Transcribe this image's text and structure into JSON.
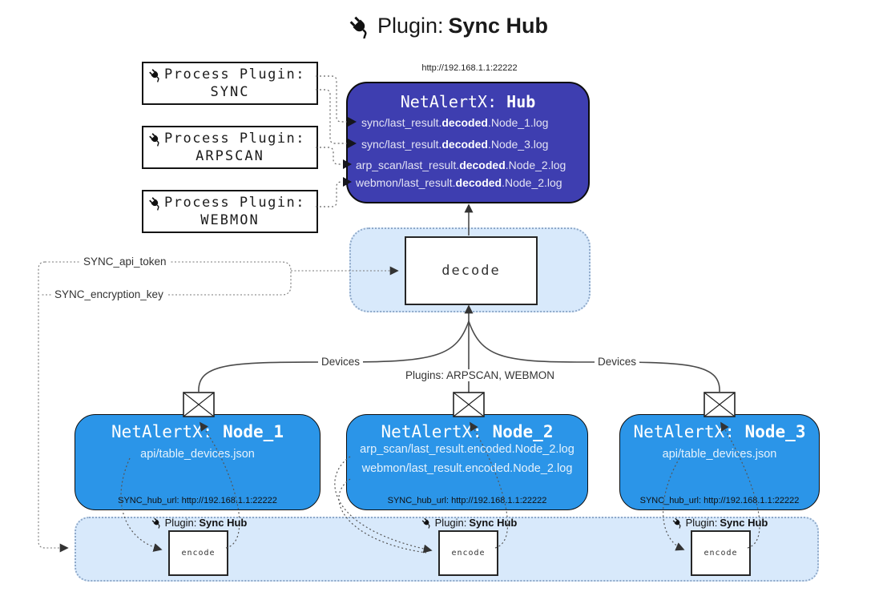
{
  "title": {
    "icon": "plug-icon",
    "prefix": "Plugin:",
    "bold": "Sync Hub"
  },
  "hub": {
    "url": "http://192.168.1.1:22222",
    "name_prefix": "NetAlertX: ",
    "name_bold": "Hub",
    "entries": [
      {
        "pre": "sync/last_result.",
        "bold": "decoded",
        "post": ".Node_1.log"
      },
      {
        "pre": "sync/last_result.",
        "bold": "decoded",
        "post": ".Node_3.log"
      },
      {
        "pre": "arp_scan/last_result.",
        "bold": "decoded",
        "post": ".Node_2.log"
      },
      {
        "pre": "webmon/last_result.",
        "bold": "decoded",
        "post": ".Node_2.log"
      }
    ]
  },
  "process_plugins": [
    {
      "label": "Process Plugin:",
      "name": "SYNC"
    },
    {
      "label": "Process Plugin:",
      "name": "ARPSCAN"
    },
    {
      "label": "Process Plugin:",
      "name": "WEBMON"
    }
  ],
  "decode": {
    "label": "decode"
  },
  "connectors": {
    "api_token": "SYNC_api_token",
    "encryption_key": "SYNC_encryption_key",
    "devices_left": "Devices",
    "devices_right": "Devices",
    "plugins_center": "Plugins: ARPSCAN, WEBMON"
  },
  "nodes": [
    {
      "name_prefix": "NetAlertX: ",
      "name_bold": "Node_1",
      "entries": [
        "api/table_devices.json"
      ],
      "footer": "SYNC_hub_url: http://192.168.1.1:22222"
    },
    {
      "name_prefix": "NetAlertX: ",
      "name_bold": "Node_2",
      "entries": [
        "arp_scan/last_result.encoded.Node_2.log",
        "webmon/last_result.encoded.Node_2.log"
      ],
      "footer": "SYNC_hub_url: http://192.168.1.1:22222"
    },
    {
      "name_prefix": "NetAlertX: ",
      "name_bold": "Node_3",
      "entries": [
        "api/table_devices.json"
      ],
      "footer": "SYNC_hub_url: http://192.168.1.1:22222"
    }
  ],
  "encode_band": {
    "sections": [
      {
        "label_prefix": "Plugin:",
        "label_bold": "Sync Hub",
        "box_label": "encode"
      },
      {
        "label_prefix": "Plugin:",
        "label_bold": "Sync Hub",
        "box_label": "encode"
      },
      {
        "label_prefix": "Plugin:",
        "label_bold": "Sync Hub",
        "box_label": "encode"
      }
    ]
  },
  "colors": {
    "hub_bg": "#3E3EB0",
    "node_bg": "#2B95E8",
    "band_bg": "#D8E9FB",
    "band_border": "#8FA9C9",
    "line": "#4A4A4A",
    "dotted": "#666666"
  }
}
